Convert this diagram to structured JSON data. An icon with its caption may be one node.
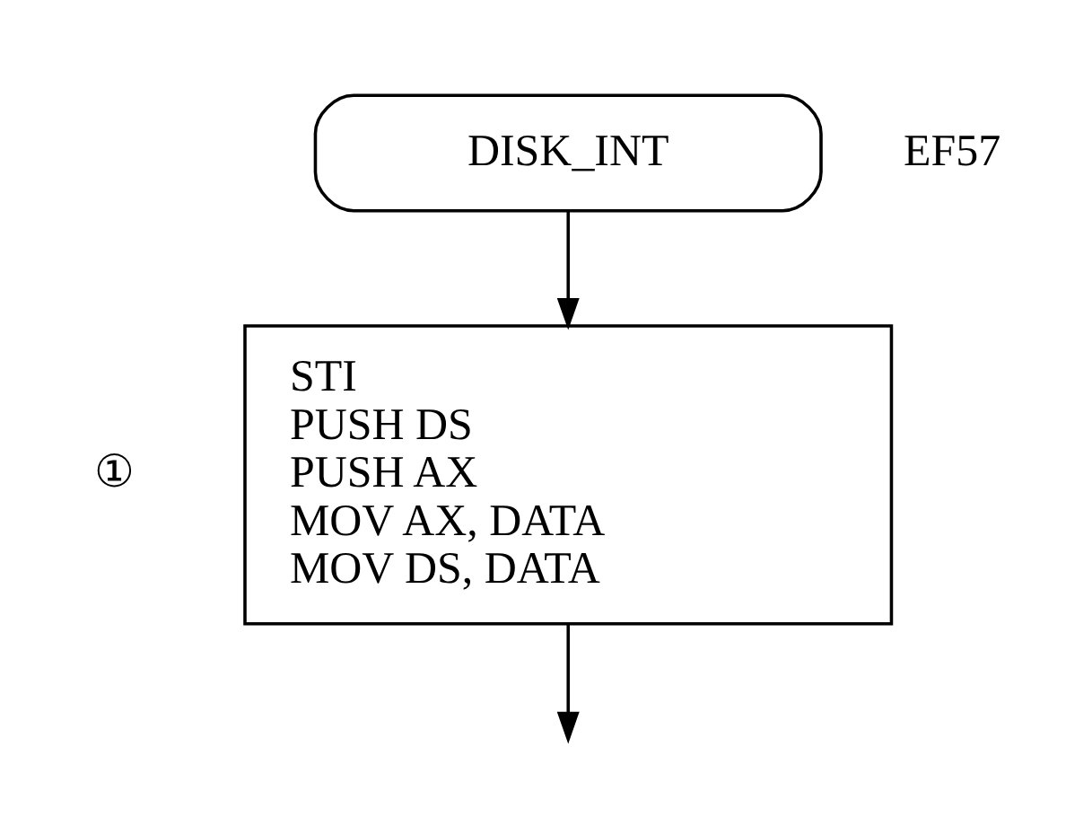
{
  "diagram": {
    "nodes": [
      {
        "text": [
          "DISK_INT"
        ],
        "beside": [
          "EF57"
        ]
      },
      {
        "text": [
          "STI",
          "PUSH DS",
          "PUSH AX",
          "MOV AX, DATA",
          "MOV DS, DATA"
        ],
        "beside": [
          "①"
        ]
      }
    ],
    "edges": [
      {
        "from": 0,
        "to": 1,
        "arrow": "to"
      },
      {
        "from": 1,
        "to": null,
        "arrow": "to"
      }
    ]
  }
}
